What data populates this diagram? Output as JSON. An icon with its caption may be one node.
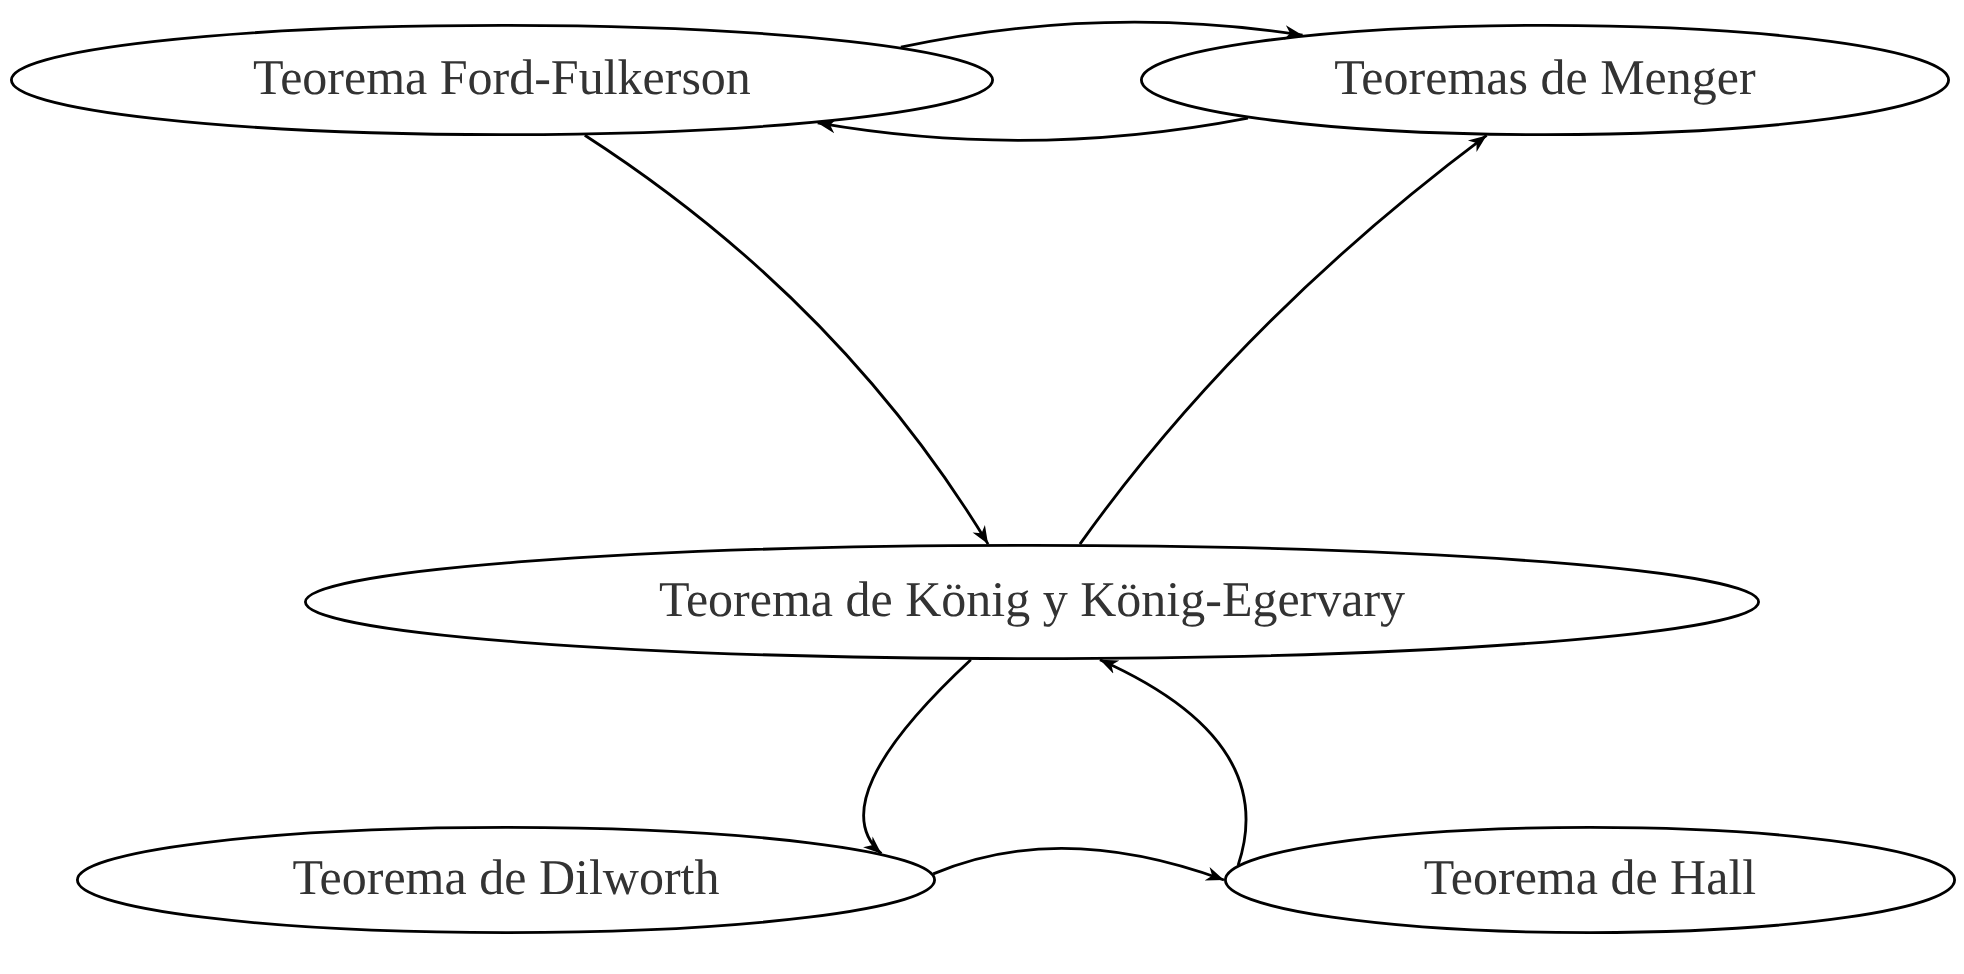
{
  "diagram": {
    "nodes": [
      {
        "text": [
          "Teorema Ford-Fulkerson"
        ]
      },
      {
        "text": [
          "Teoremas de Menger"
        ]
      },
      {
        "text": [
          "Teorema de König y König-Egervary"
        ]
      },
      {
        "text": [
          "Teorema de Dilworth"
        ]
      },
      {
        "text": [
          "Teorema de Hall"
        ]
      }
    ],
    "edges": [
      {
        "from": 0,
        "to": 1,
        "arrow": "to"
      },
      {
        "from": 1,
        "to": 0,
        "arrow": "to"
      },
      {
        "from": 0,
        "to": 2,
        "arrow": "to"
      },
      {
        "from": 2,
        "to": 1,
        "arrow": "to"
      },
      {
        "from": 2,
        "to": 3,
        "arrow": "to"
      },
      {
        "from": 4,
        "to": 2,
        "arrow": "to"
      },
      {
        "from": 3,
        "to": 4,
        "arrow": "to"
      }
    ]
  }
}
